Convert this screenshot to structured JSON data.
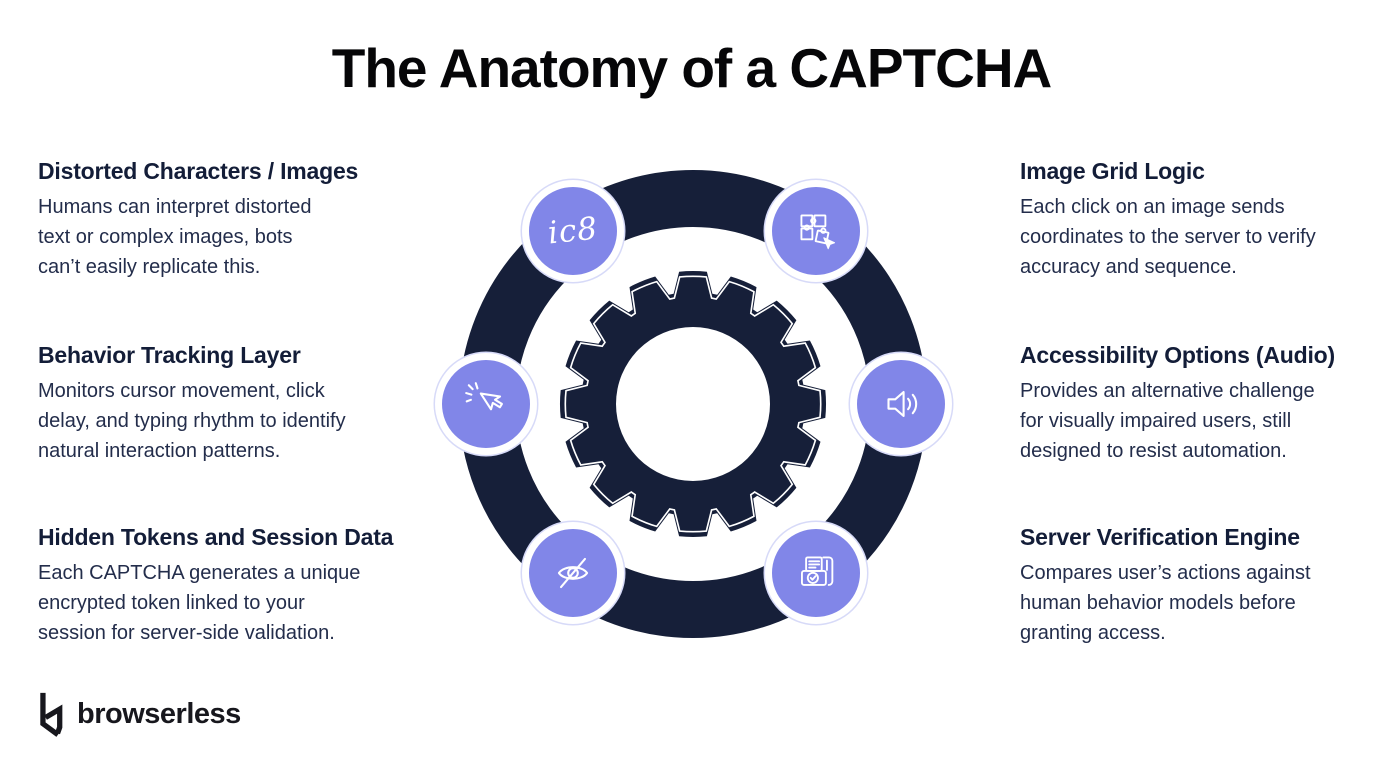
{
  "title": "The Anatomy of a CAPTCHA",
  "sections": {
    "left": [
      {
        "heading": "Distorted Characters / Images",
        "body": "Humans can interpret distorted\ntext or complex images, bots\ncan’t easily replicate this."
      },
      {
        "heading": "Behavior Tracking Layer",
        "body": "Monitors cursor movement, click\ndelay, and typing rhythm to identify\nnatural interaction patterns."
      },
      {
        "heading": "Hidden Tokens and Session Data",
        "body": "Each CAPTCHA generates a unique\nencrypted token linked to your\nsession for server-side validation."
      }
    ],
    "right": [
      {
        "heading": "Image Grid Logic",
        "body": "Each click on an image sends\ncoordinates to the server to verify\naccuracy and sequence."
      },
      {
        "heading": "Accessibility Options (Audio)",
        "body": "Provides an alternative challenge\nfor visually impaired users, still\ndesigned to resist automation."
      },
      {
        "heading": "Server Verification Engine",
        "body": "Compares user’s actions against\nhuman behavior models before\ngranting access."
      }
    ]
  },
  "diagram": {
    "captcha_sample": "ic8",
    "icons": [
      "captcha-text",
      "puzzle-grid-cursor",
      "cursor-click",
      "audio-speaker",
      "eye-hidden",
      "document-verify"
    ],
    "colors": {
      "dark_navy": "#161f39",
      "purple": "#8186e8",
      "icon_stroke": "#ffffff",
      "node_outline": "#d7daf8"
    }
  },
  "footer": {
    "brand": "browserless"
  }
}
